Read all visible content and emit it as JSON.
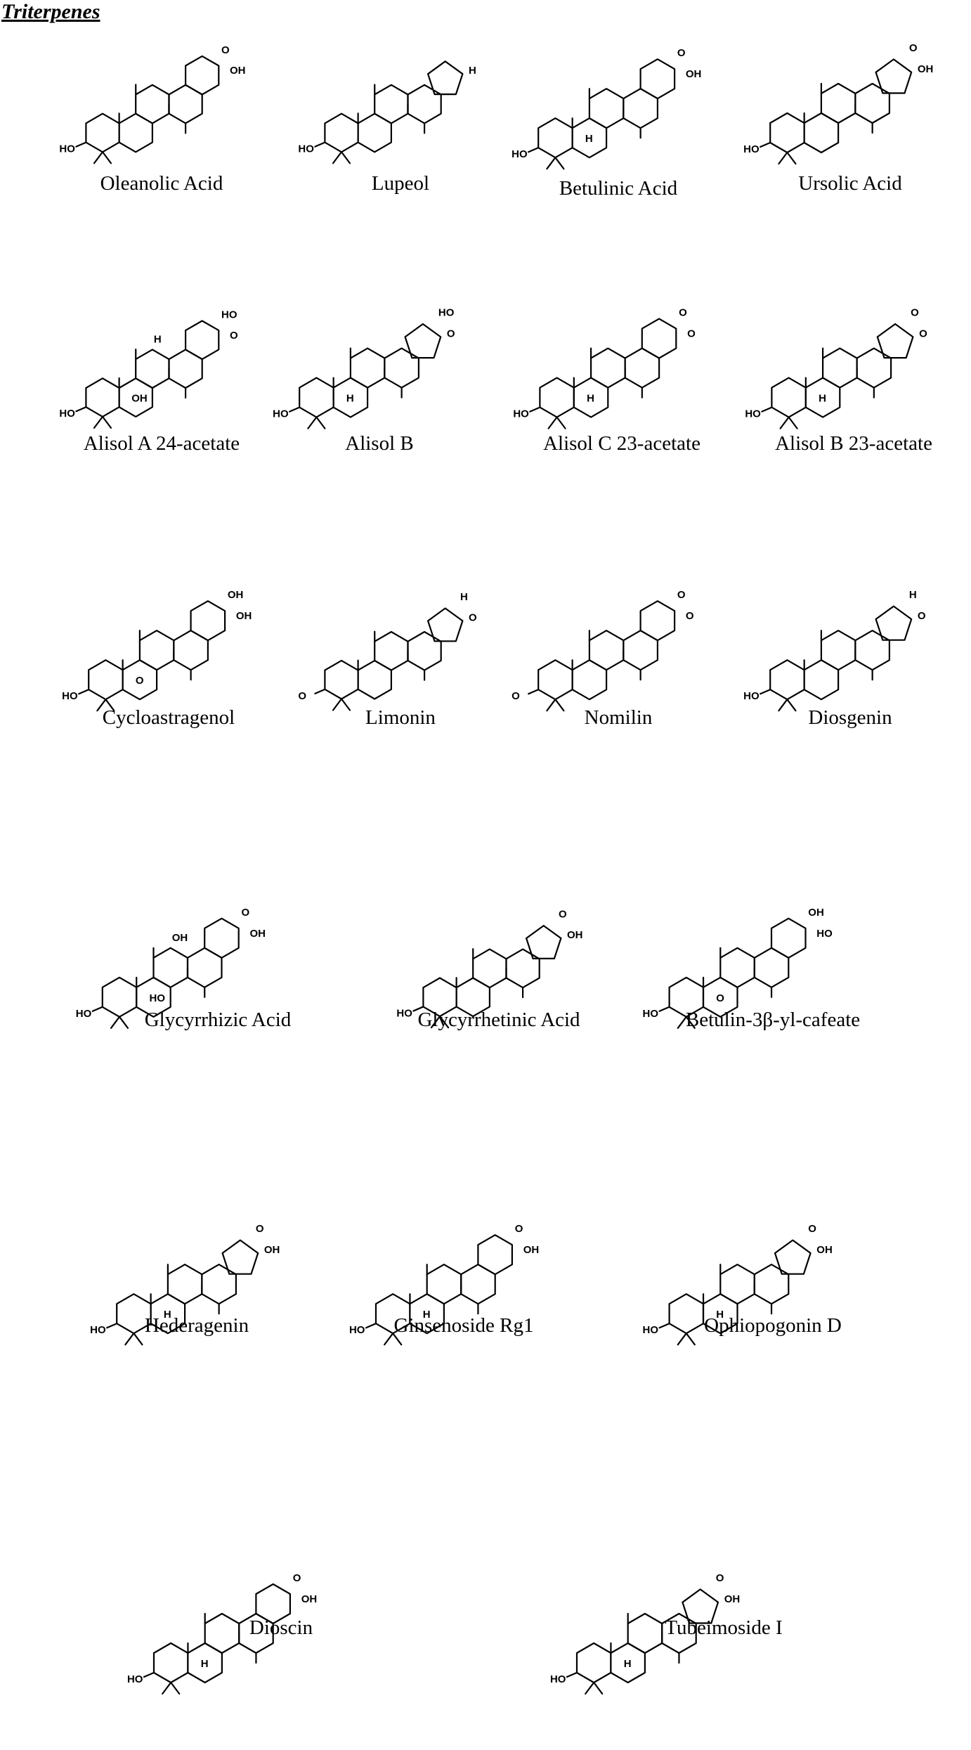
{
  "section_title": "Triterpenes",
  "compounds": [
    {
      "label": "Oleanolic Acid",
      "atoms": [
        "HO",
        "OH",
        "O"
      ]
    },
    {
      "label": "Lupeol",
      "atoms": [
        "HO",
        "H"
      ]
    },
    {
      "label": "Betulinic Acid",
      "atoms": [
        "HO",
        "OH",
        "O",
        "H"
      ]
    },
    {
      "label": "Ursolic Acid",
      "atoms": [
        "HO",
        "OH",
        "O"
      ]
    },
    {
      "label": "Alisol A 24-acetate",
      "atoms": [
        "HO",
        "O",
        "HO",
        "OH",
        "H"
      ]
    },
    {
      "label": "Alisol B",
      "atoms": [
        "HO",
        "O",
        "HO",
        "H"
      ]
    },
    {
      "label": "Alisol C 23-acetate",
      "atoms": [
        "HO",
        "O",
        "O",
        "H"
      ]
    },
    {
      "label": "Alisol B 23-acetate",
      "atoms": [
        "HO",
        "O",
        "O",
        "H"
      ]
    },
    {
      "label": "Cycloastragenol",
      "atoms": [
        "HO",
        "OH",
        "OH",
        "O"
      ]
    },
    {
      "label": "Limonin",
      "atoms": [
        "O",
        "O",
        "H"
      ]
    },
    {
      "label": "Nomilin",
      "atoms": [
        "O",
        "O",
        "O"
      ]
    },
    {
      "label": "Diosgenin",
      "atoms": [
        "HO",
        "O",
        "H"
      ]
    },
    {
      "label": "Glycyrrhizic Acid",
      "atoms": [
        "HO",
        "OH",
        "O",
        "HO",
        "OH"
      ]
    },
    {
      "label": "Glycyrrhetinic Acid",
      "atoms": [
        "HO",
        "OH",
        "O"
      ]
    },
    {
      "label": "Betulin-3β-yl-cafeate",
      "atoms": [
        "HO",
        "HO",
        "OH",
        "O"
      ]
    },
    {
      "label": "Hederagenin",
      "atoms": [
        "HO",
        "OH",
        "O",
        "H"
      ]
    },
    {
      "label": "Ginsenoside Rg1",
      "atoms": [
        "HO",
        "OH",
        "O",
        "H"
      ]
    },
    {
      "label": "Ophiopogonin D",
      "atoms": [
        "HO",
        "OH",
        "O",
        "H"
      ]
    },
    {
      "label": "Dioscin",
      "atoms": [
        "HO",
        "OH",
        "O",
        "H"
      ]
    },
    {
      "label": "Tubeimoside I",
      "atoms": [
        "HO",
        "OH",
        "O",
        "H"
      ]
    }
  ]
}
